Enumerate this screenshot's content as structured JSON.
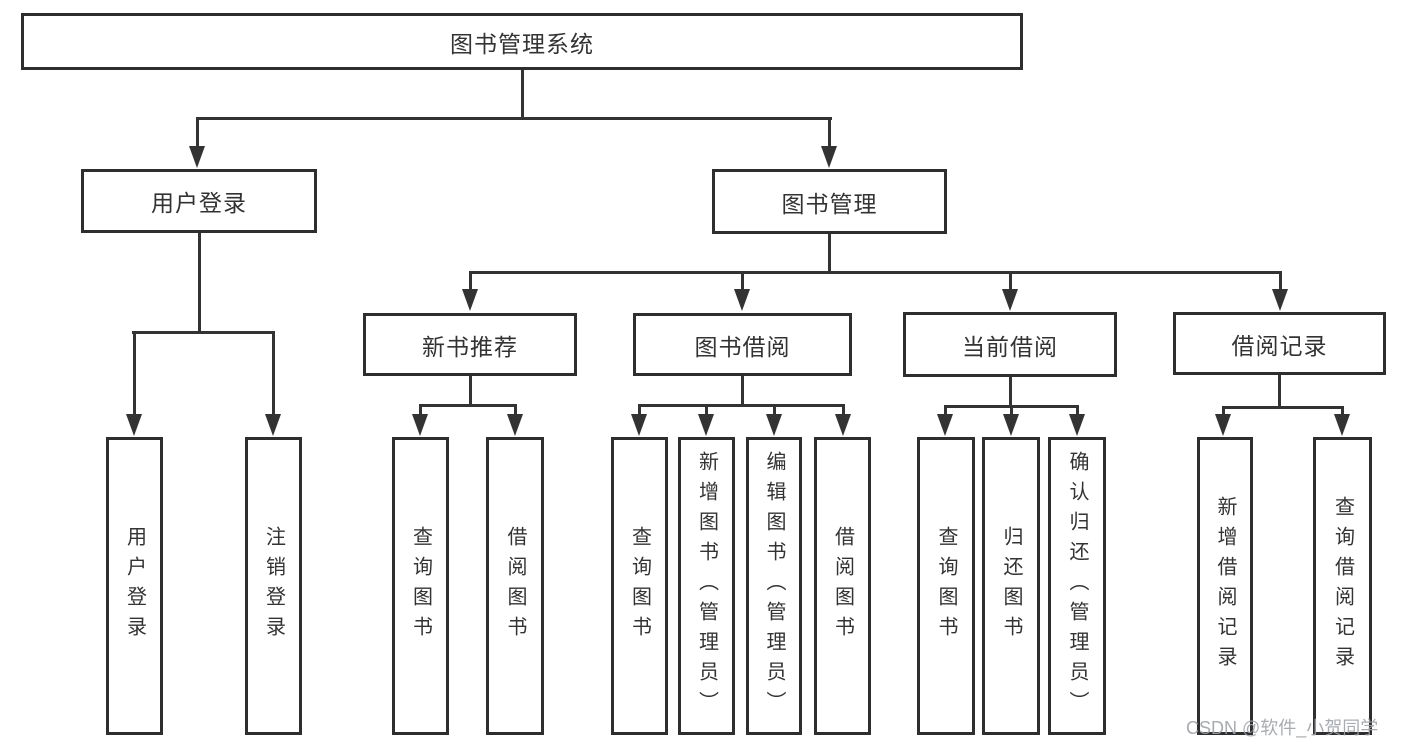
{
  "diagram": {
    "root": {
      "label": "图书管理系统"
    },
    "level2": [
      {
        "label": "用户登录"
      },
      {
        "label": "图书管理"
      }
    ],
    "level3": [
      {
        "label": "新书推荐"
      },
      {
        "label": "图书借阅"
      },
      {
        "label": "当前借阅"
      },
      {
        "label": "借阅记录"
      }
    ],
    "leaves": {
      "user_login": [
        {
          "label": "用户登录"
        },
        {
          "label": "注销登录"
        }
      ],
      "new_book_recommend": [
        {
          "label": "查询图书"
        },
        {
          "label": "借阅图书"
        }
      ],
      "book_borrow": [
        {
          "label": "查询图书"
        },
        {
          "label": "新增图书（管理员）"
        },
        {
          "label": "编辑图书（管理员）"
        },
        {
          "label": "借阅图书"
        }
      ],
      "current_borrow": [
        {
          "label": "查询图书"
        },
        {
          "label": "归还图书"
        },
        {
          "label": "确认归还（管理员）"
        }
      ],
      "borrow_record": [
        {
          "label": "新增借阅记录"
        },
        {
          "label": "查询借阅记录"
        }
      ]
    },
    "watermark": "CSDN @软件_小贺同学",
    "colors": {
      "line": "#333333",
      "border": "#2e2e2e",
      "text": "#333333",
      "background": "#ffffff",
      "watermark": "#9ea3a8"
    }
  }
}
